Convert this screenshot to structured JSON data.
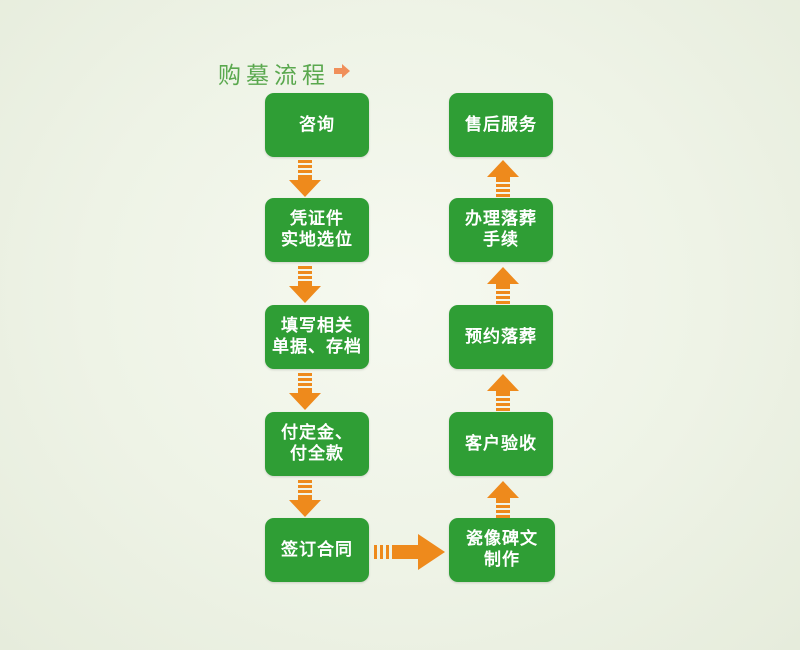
{
  "title": "购墓流程",
  "colors": {
    "node": "#2f9e35",
    "arrow": "#ee8a1c",
    "title": "#5aa84e"
  },
  "icons": {
    "title_arrow": "arrow-right-icon",
    "flow_arrow": "arrow-icon"
  },
  "steps": [
    {
      "id": "n1",
      "label": "咨询"
    },
    {
      "id": "n2",
      "label": "凭证件\n实地选位"
    },
    {
      "id": "n3",
      "label": "填写相关\n单据、存档"
    },
    {
      "id": "n4",
      "label": "付定金、\n付全款"
    },
    {
      "id": "n5",
      "label": "签订合同"
    },
    {
      "id": "n6",
      "label": "瓷像碑文\n制作"
    },
    {
      "id": "n7",
      "label": "客户验收"
    },
    {
      "id": "n8",
      "label": "预约落葬"
    },
    {
      "id": "n9",
      "label": "办理落葬\n手续"
    },
    {
      "id": "n10",
      "label": "售后服务"
    }
  ]
}
